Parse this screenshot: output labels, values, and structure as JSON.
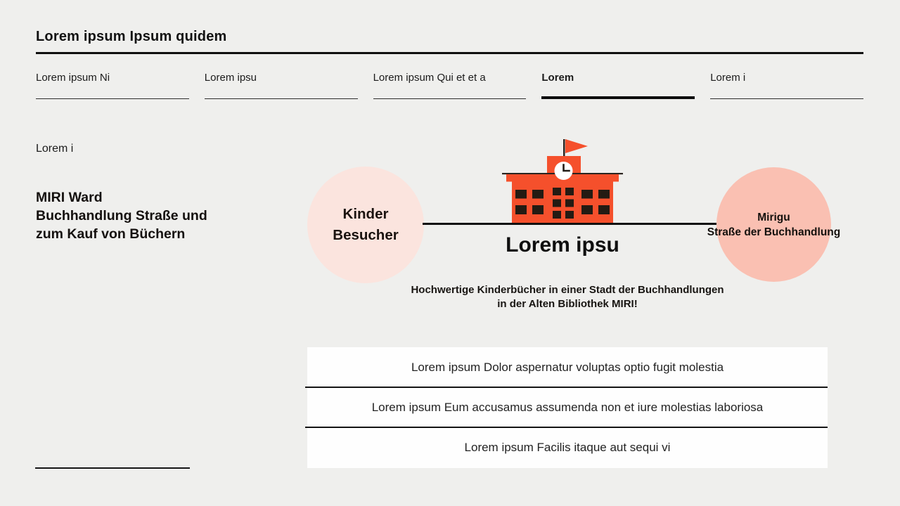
{
  "page": {
    "title": "Lorem ipsum Ipsum quidem"
  },
  "tabs": [
    {
      "label": "Lorem ipsum Ni",
      "active": false
    },
    {
      "label": "Lorem ipsu",
      "active": false
    },
    {
      "label": "Lorem ipsum Qui et et a",
      "active": false
    },
    {
      "label": "Lorem",
      "active": true
    },
    {
      "label": "Lorem i",
      "active": false
    }
  ],
  "sidebar": {
    "eyebrow": "Lorem i",
    "heading_lines": [
      "MIRI Ward",
      "Buchhandlung Straße und",
      "zum Kauf von Büchern"
    ]
  },
  "diagram": {
    "left_bubble": {
      "line1": "Kinder",
      "line2": "Besucher",
      "color": "#FBE4DE"
    },
    "right_bubble": {
      "line1": "Mirigu",
      "line2": "Straße der Buchhandlung",
      "color": "#FAC0B2"
    },
    "building_icon": "school-building-icon",
    "building_color": "#F5502C",
    "title": "Lorem ipsu",
    "subtitle_line1": "Hochwertige Kinderbücher in einer Stadt der Buchhandlungen",
    "subtitle_line2": "in der Alten Bibliothek MIRI!"
  },
  "list": {
    "items": [
      "Lorem ipsum Dolor aspernatur voluptas optio fugit molestia",
      "Lorem ipsum Eum accusamus assumenda non et iure molestias laboriosa",
      "Lorem ipsum Facilis itaque aut sequi vi"
    ]
  }
}
